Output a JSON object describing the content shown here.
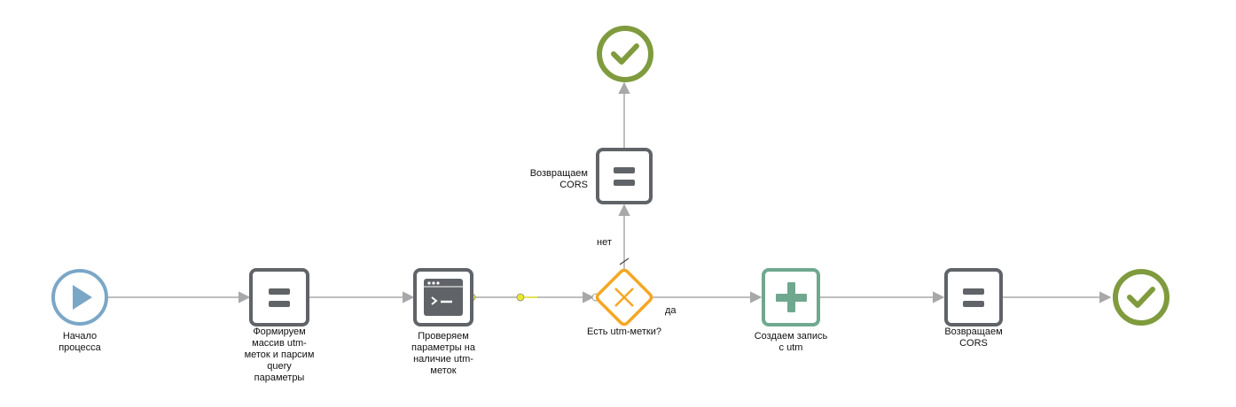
{
  "nodes": {
    "start": {
      "label": "Начало\nпроцесса",
      "icon": "play-icon"
    },
    "form_array": {
      "label": "Формируем\nмассив utm-\nметок и парсим\nquery\nпараметры",
      "icon": "equals-icon"
    },
    "check_params": {
      "label": "Проверяем\nпараметры на\nналичие utm-\nметок",
      "icon": "terminal-icon"
    },
    "gateway": {
      "label": "Есть utm-метки?",
      "icon": "x-gateway-icon"
    },
    "return_cors_top": {
      "label": "Возвращаем\nCORS",
      "icon": "equals-icon"
    },
    "end_top": {
      "icon": "check-icon"
    },
    "create_record": {
      "label": "Создаем запись\nс utm",
      "icon": "plus-icon"
    },
    "return_cors_right": {
      "label": "Возвращаем\nCORS",
      "icon": "equals-icon"
    },
    "end_right": {
      "icon": "check-icon"
    }
  },
  "flows": {
    "no_label": "нет",
    "yes_label": "да"
  },
  "colors": {
    "start": "#7ba7c7",
    "end": "#7f9b3e",
    "task": "#606367",
    "gateway": "#f5a623",
    "create": "#6fa88f",
    "connector": "#a8a8a8",
    "handle": "#e8e830"
  }
}
